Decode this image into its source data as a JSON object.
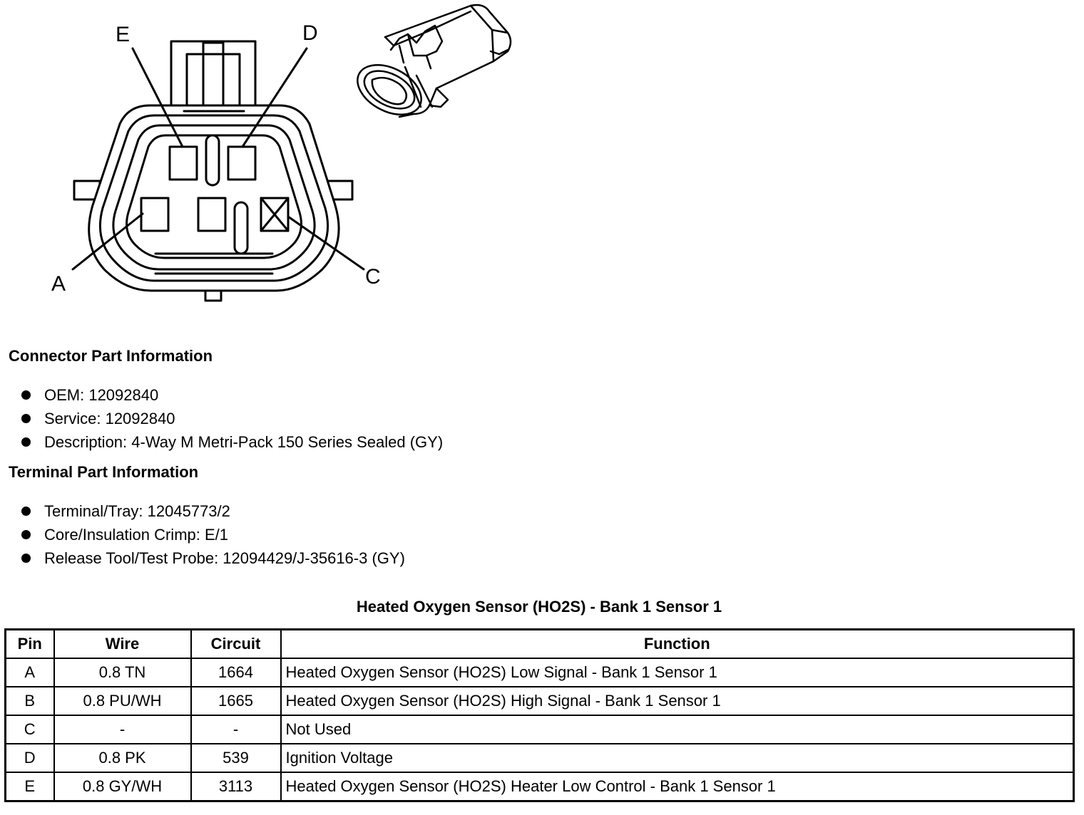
{
  "diagram": {
    "pin_labels": [
      "A",
      "C",
      "D",
      "E"
    ],
    "cavity_c_status": "plugged"
  },
  "connector_section": {
    "heading": "Connector Part Information",
    "items": [
      "OEM: 12092840",
      "Service: 12092840",
      "Description: 4-Way M Metri-Pack 150 Series Sealed (GY)"
    ]
  },
  "terminal_section": {
    "heading": "Terminal Part Information",
    "items": [
      "Terminal/Tray: 12045773/2",
      "Core/Insulation Crimp: E/1",
      "Release Tool/Test Probe: 12094429/J-35616-3 (GY)"
    ]
  },
  "table": {
    "title": "Heated Oxygen Sensor (HO2S) - Bank 1 Sensor 1",
    "headers": [
      "Pin",
      "Wire",
      "Circuit",
      "Function"
    ],
    "rows": [
      [
        "A",
        "0.8 TN",
        "1664",
        "Heated Oxygen Sensor (HO2S) Low Signal - Bank 1 Sensor 1"
      ],
      [
        "B",
        "0.8 PU/WH",
        "1665",
        "Heated Oxygen Sensor (HO2S) High Signal - Bank 1 Sensor 1"
      ],
      [
        "C",
        "-",
        "-",
        "Not Used"
      ],
      [
        "D",
        "0.8 PK",
        "539",
        "Ignition Voltage"
      ],
      [
        "E",
        "0.8 GY/WH",
        "3113",
        "Heated Oxygen Sensor (HO2S) Heater Low Control - Bank 1 Sensor 1"
      ]
    ]
  }
}
